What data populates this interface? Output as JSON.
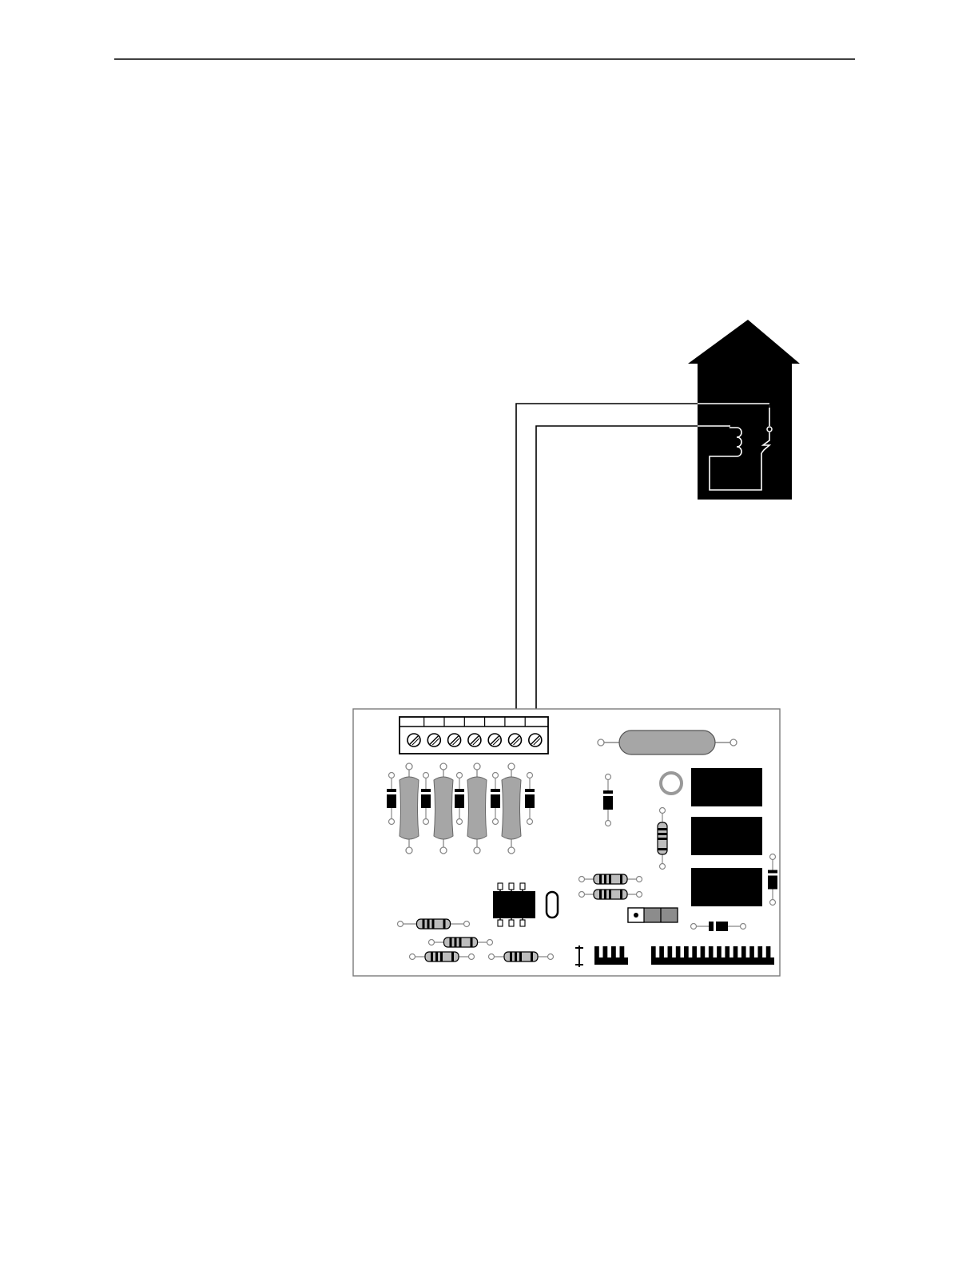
{
  "page": {
    "background": "#ffffff"
  },
  "colors": {
    "ink": "#000000",
    "board_fill": "#ffffff",
    "component_gray": "#a6a6a6",
    "pad_gray": "#8c8c8c",
    "wire": "#000000",
    "panel_fill": "#000000",
    "panel_line": "#ffffff"
  },
  "diagram": {
    "type": "wiring-diagram",
    "elements": [
      "header-rule",
      "remote-panel-house",
      "relay-coil-symbol",
      "switch-contact-symbol",
      "two-wire-cable",
      "controller-circuit-board",
      "seven-position-terminal-block"
    ],
    "terminal_block": {
      "positions": 7,
      "wired_positions": [
        6,
        7
      ]
    },
    "relays": 3
  }
}
